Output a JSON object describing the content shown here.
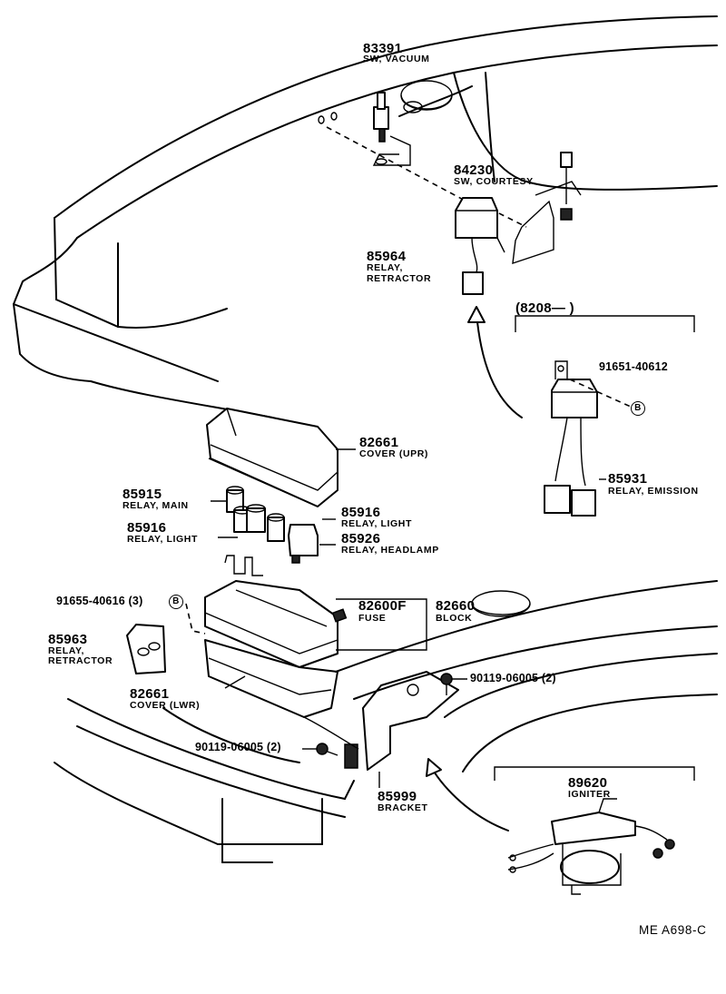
{
  "labels": {
    "p83391_num": "83391",
    "p83391_name": "SW, VACUUM",
    "p84230_num": "84230",
    "p84230_name": "SW, COURTESY",
    "p85964_num": "85964",
    "p85964_name1": "RELAY,",
    "p85964_name2": "RETRACTOR",
    "range": "(8208—        )",
    "p91651_num": "91651-40612",
    "p85931_num": "85931",
    "p85931_name": "RELAY, EMISSION",
    "p82661u_num": "82661",
    "p82661u_name": "COVER (UPR)",
    "p85915_num": "85915",
    "p85915_name": "RELAY, MAIN",
    "p85916a_num": "85916",
    "p85916a_name": "RELAY, LIGHT",
    "p85916b_num": "85916",
    "p85916b_name": "RELAY, LIGHT",
    "p85926_num": "85926",
    "p85926_name": "RELAY, HEADLAMP",
    "p91655_num": "91655-40616 (3)",
    "p82600f_num": "82600F",
    "p82600f_name": "FUSE",
    "p82660_num": "82660",
    "p82660_name": "BLOCK",
    "p85963_num": "85963",
    "p85963_name1": "RELAY,",
    "p85963_name2": "RETRACTOR",
    "p82661l_num": "82661",
    "p82661l_name": "COVER (LWR)",
    "p90119a_num": "90119-06005 (2)",
    "p90119b_num": "90119-06005 (2)",
    "p85999_num": "85999",
    "p85999_name": "BRACKET",
    "p89620_num": "89620",
    "p89620_name": "IGNITER",
    "b_marker": "B",
    "footer": "ME  A698-C"
  }
}
